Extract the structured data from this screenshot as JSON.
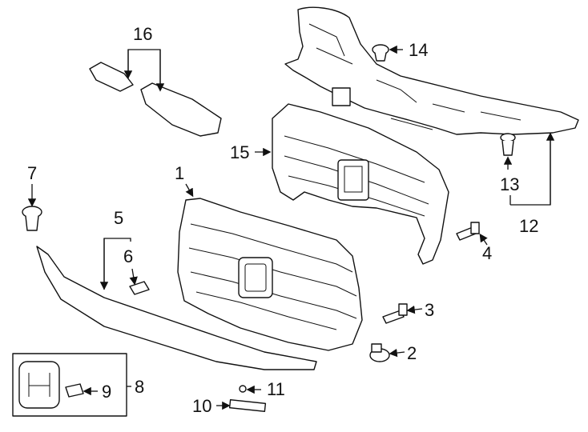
{
  "diagram": {
    "callouts": [
      {
        "id": "1",
        "label": "1"
      },
      {
        "id": "2",
        "label": "2"
      },
      {
        "id": "3",
        "label": "3"
      },
      {
        "id": "4",
        "label": "4"
      },
      {
        "id": "5",
        "label": "5"
      },
      {
        "id": "6",
        "label": "6"
      },
      {
        "id": "7",
        "label": "7"
      },
      {
        "id": "8",
        "label": "8"
      },
      {
        "id": "9",
        "label": "9"
      },
      {
        "id": "10",
        "label": "10"
      },
      {
        "id": "11",
        "label": "11"
      },
      {
        "id": "12",
        "label": "12"
      },
      {
        "id": "13",
        "label": "13"
      },
      {
        "id": "14",
        "label": "14"
      },
      {
        "id": "15",
        "label": "15"
      },
      {
        "id": "16",
        "label": "16"
      }
    ],
    "line_color": "#111111",
    "background_color": "#ffffff"
  }
}
